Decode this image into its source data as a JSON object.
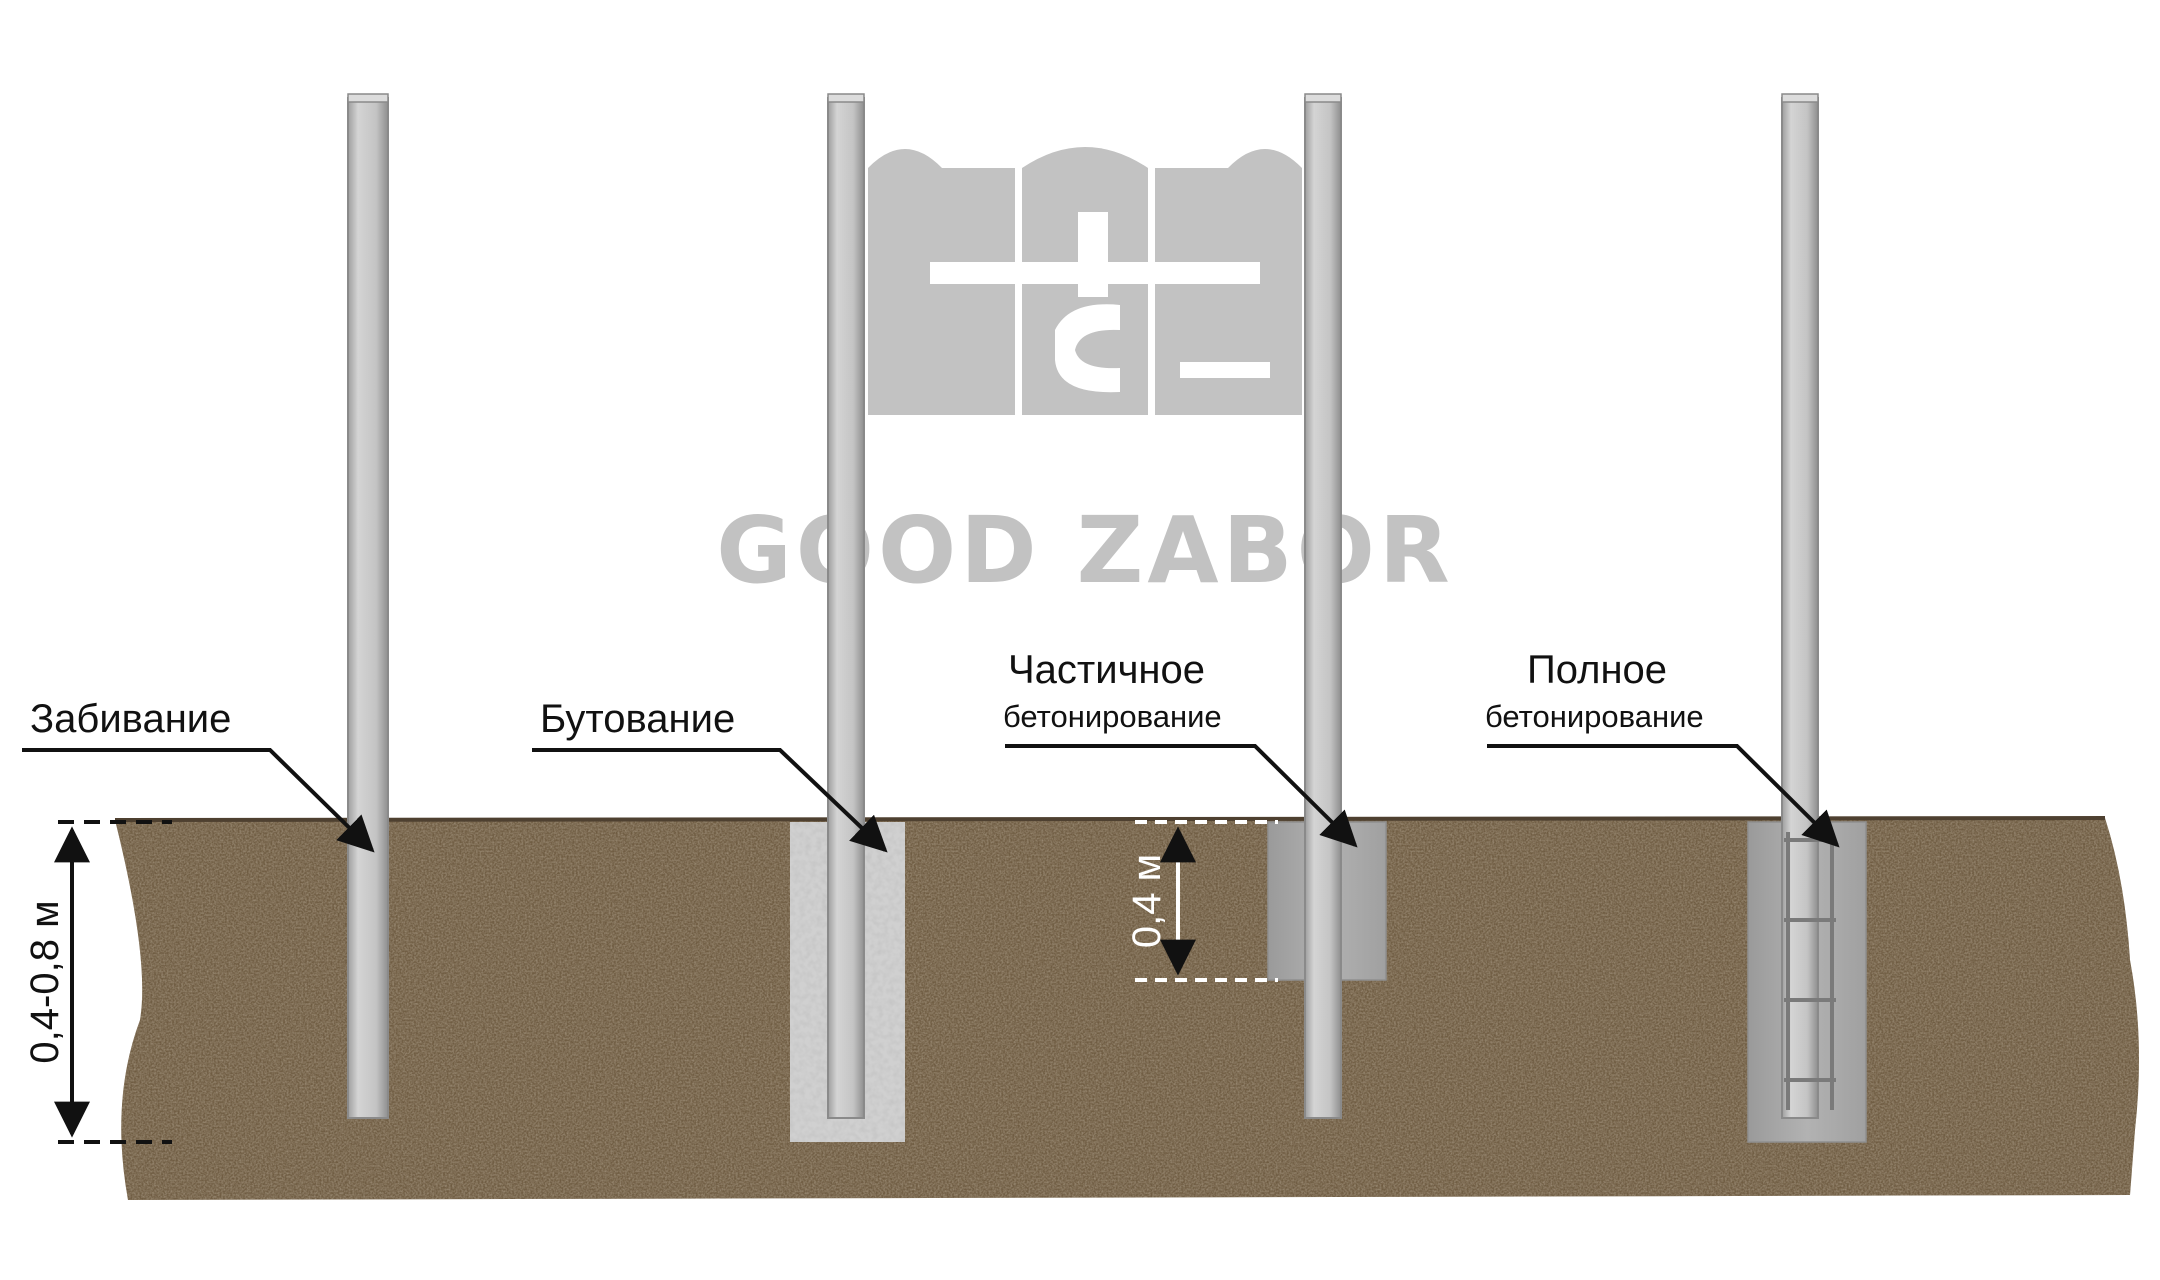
{
  "watermark": {
    "brand_text": "GOOD ZABOR",
    "color": "#c2c2c2"
  },
  "labels": {
    "driving": "Забивание",
    "backfill": "Бутование",
    "partial_line1": "Частичное",
    "partial_line2": "бетонирование",
    "full_line1": "Полное",
    "full_line2": "бетонирование"
  },
  "dimensions": {
    "driving_depth": "0,4-0,8 м",
    "partial_depth": "0,4 м"
  },
  "colors": {
    "soil": "#6f5c42",
    "post": "#c7c7c7",
    "concrete": "#a9a9a9",
    "gravel": "#d6d6d6",
    "ink": "#111111"
  }
}
